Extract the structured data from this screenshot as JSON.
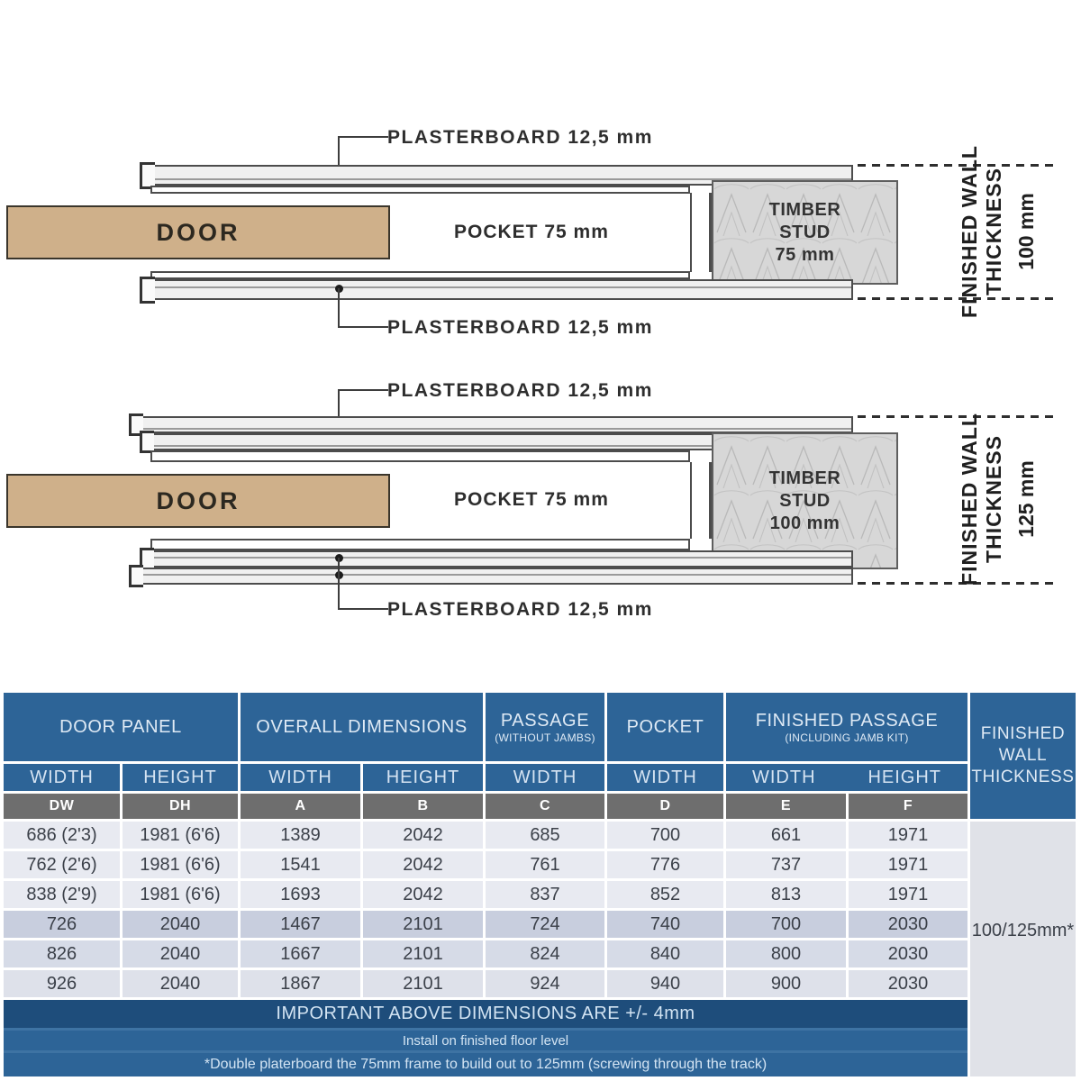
{
  "diagram1": {
    "plasterboard_top": "PLASTERBOARD 12,5 mm",
    "plasterboard_bottom": "PLASTERBOARD 12,5 mm",
    "door_label": "DOOR",
    "pocket_label": "POCKET 75 mm",
    "stud_lines": [
      "TIMBER",
      "STUD",
      "75 mm"
    ],
    "wall_lines": [
      "FINISHED WALL",
      "THICKNESS"
    ],
    "wall_value": "100 mm"
  },
  "diagram2": {
    "plasterboard_top": "PLASTERBOARD 12,5 mm",
    "plasterboard_bottom": "PLASTERBOARD 12,5 mm",
    "door_label": "DOOR",
    "pocket_label": "POCKET 75 mm",
    "stud_lines": [
      "TIMBER",
      "STUD",
      "100 mm"
    ],
    "wall_lines": [
      "FINISHED WALL",
      "THICKNESS"
    ],
    "wall_value": "125 mm"
  },
  "table": {
    "groups": [
      {
        "label": "DOOR PANEL",
        "sub": "",
        "span": 2
      },
      {
        "label": "OVERALL DIMENSIONS",
        "sub": "",
        "span": 2
      },
      {
        "label": "PASSAGE",
        "sub": "(WITHOUT JAMBS)",
        "span": 1
      },
      {
        "label": "POCKET",
        "sub": "",
        "span": 1
      },
      {
        "label": "FINISHED PASSAGE",
        "sub": "(INCLUDING JAMB KIT)",
        "span": 2
      }
    ],
    "corner": {
      "lines": [
        "FINISHED",
        "WALL",
        "THICKNESS"
      ]
    },
    "measure_row": [
      {
        "label": "WIDTH",
        "span": 1
      },
      {
        "label": "HEIGHT",
        "span": 1
      },
      {
        "label": "WIDTH",
        "span": 1
      },
      {
        "label": "HEIGHT",
        "span": 1
      },
      {
        "label": "WIDTH",
        "span": 1
      },
      {
        "label": "WIDTH",
        "span": 1
      },
      {
        "label": "WIDTH",
        "label2": "HEIGHT",
        "span": 2
      }
    ],
    "letters": [
      "DW",
      "DH",
      "A",
      "B",
      "C",
      "D",
      "E",
      "F"
    ],
    "rows": [
      [
        "686 (2'3)",
        "1981 (6'6)",
        "1389",
        "2042",
        "685",
        "700",
        "661",
        "1971"
      ],
      [
        "762 (2'6)",
        "1981 (6'6)",
        "1541",
        "2042",
        "761",
        "776",
        "737",
        "1971"
      ],
      [
        "838 (2'9)",
        "1981 (6'6)",
        "1693",
        "2042",
        "837",
        "852",
        "813",
        "1971"
      ],
      [
        "726",
        "2040",
        "1467",
        "2101",
        "724",
        "740",
        "700",
        "2030"
      ],
      [
        "826",
        "2040",
        "1667",
        "2101",
        "824",
        "840",
        "800",
        "2030"
      ],
      [
        "926",
        "2040",
        "1867",
        "2101",
        "924",
        "940",
        "900",
        "2030"
      ]
    ],
    "row_tints": [
      "light",
      "light",
      "light",
      "dark1",
      "dark2",
      "dark3"
    ],
    "wall_value": "100/125mm*",
    "footers": [
      {
        "text": "IMPORTANT ABOVE DIMENSIONS ARE  +/- 4mm",
        "tone": "dark",
        "size": "lg"
      },
      {
        "text": "Install on finished floor level",
        "tone": "mid",
        "size": "sm"
      },
      {
        "text": "*Double platerboard the 75mm frame to build out to 125mm (screwing through the track)",
        "tone": "mid",
        "size": "md"
      }
    ]
  },
  "colors": {
    "header_blue": "#2d6497",
    "footer_dark_blue": "#1e4d7b",
    "letter_gray": "#6e6e6e",
    "row_light": "#e8eaf1",
    "row_dark": "#c8cede",
    "wall_cell_gray": "#e0e2e8",
    "door_tan": "#cfb08a",
    "plasterboard_gray": "#f0f0f0",
    "stud_gray": "#d7d7d7"
  }
}
